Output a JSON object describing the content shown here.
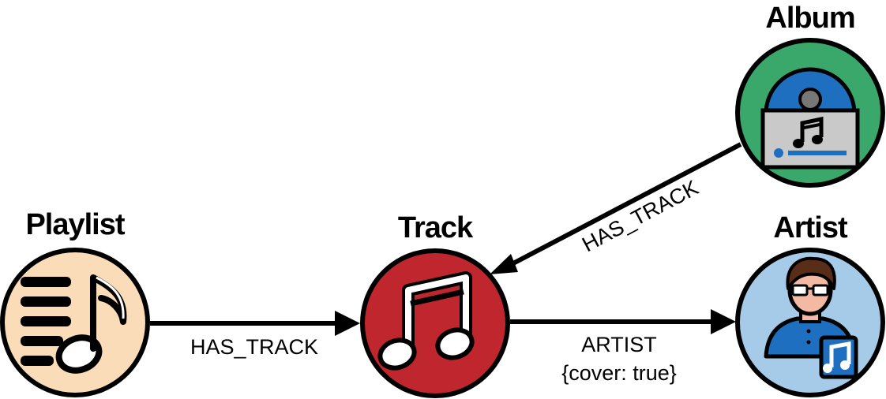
{
  "nodes": {
    "playlist": {
      "title": "Playlist",
      "fill": "#fbdcb8"
    },
    "track": {
      "title": "Track",
      "fill": "#c0262d"
    },
    "artist": {
      "title": "Artist",
      "fill": "#a6cbe8"
    },
    "album": {
      "title": "Album",
      "fill": "#3aa86b"
    }
  },
  "edges": {
    "playlist_track": {
      "label": "HAS_TRACK"
    },
    "album_track": {
      "label": "HAS_TRACK"
    },
    "track_artist": {
      "label": "ARTIST",
      "props": "{cover: true}"
    }
  },
  "icons": {
    "playlist": "playlist-icon",
    "track": "music-note-icon",
    "artist": "artist-person-icon",
    "album": "album-cd-icon"
  }
}
